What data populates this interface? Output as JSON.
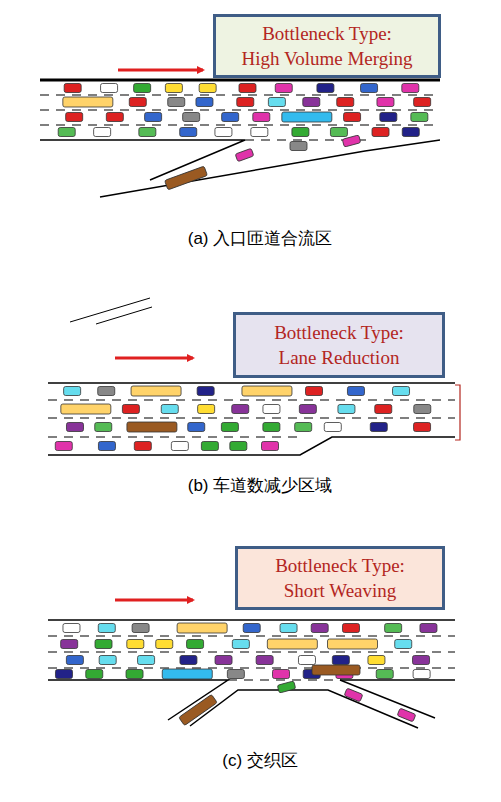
{
  "diagram": {
    "nodes": [
      {
        "text": [
          "Bottleneck Type:",
          "High Volume Merging"
        ]
      },
      {
        "text": [
          "Bottleneck Type:",
          "Lane Reduction"
        ]
      },
      {
        "text": [
          "Bottleneck Type:",
          "Short Weaving"
        ]
      }
    ],
    "labels": [
      "(a) 入口匝道合流区",
      "(b) 车道数减少区域",
      "(c) 交织区"
    ]
  }
}
